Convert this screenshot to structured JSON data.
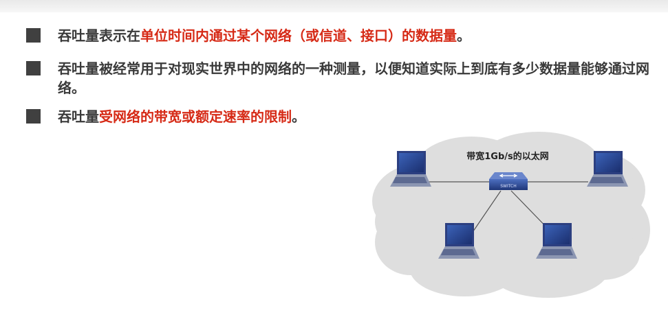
{
  "bullets": [
    {
      "segments": [
        "吞吐量表示在",
        "单位时间内通过某个网络（或信道、接口）的数据量",
        "。"
      ]
    },
    {
      "segments": [
        "吞吐量被经常用于对现实世界中的网络的一种测量，以便知道实际上到底有多少数据量能够通过网络。"
      ]
    },
    {
      "segments": [
        "吞吐量",
        "受网络的带宽或额定速率的限制",
        "。"
      ]
    }
  ],
  "diagram": {
    "network_label": "带宽1Gb/s的以太网",
    "switch_label": "SWITCH"
  },
  "colors": {
    "text": "#3a3a3a",
    "highlight": "#d62a16",
    "bullet_square": "#404040",
    "cloud": "#dedede"
  },
  "icons": [
    "laptop-icon",
    "switch-icon"
  ]
}
